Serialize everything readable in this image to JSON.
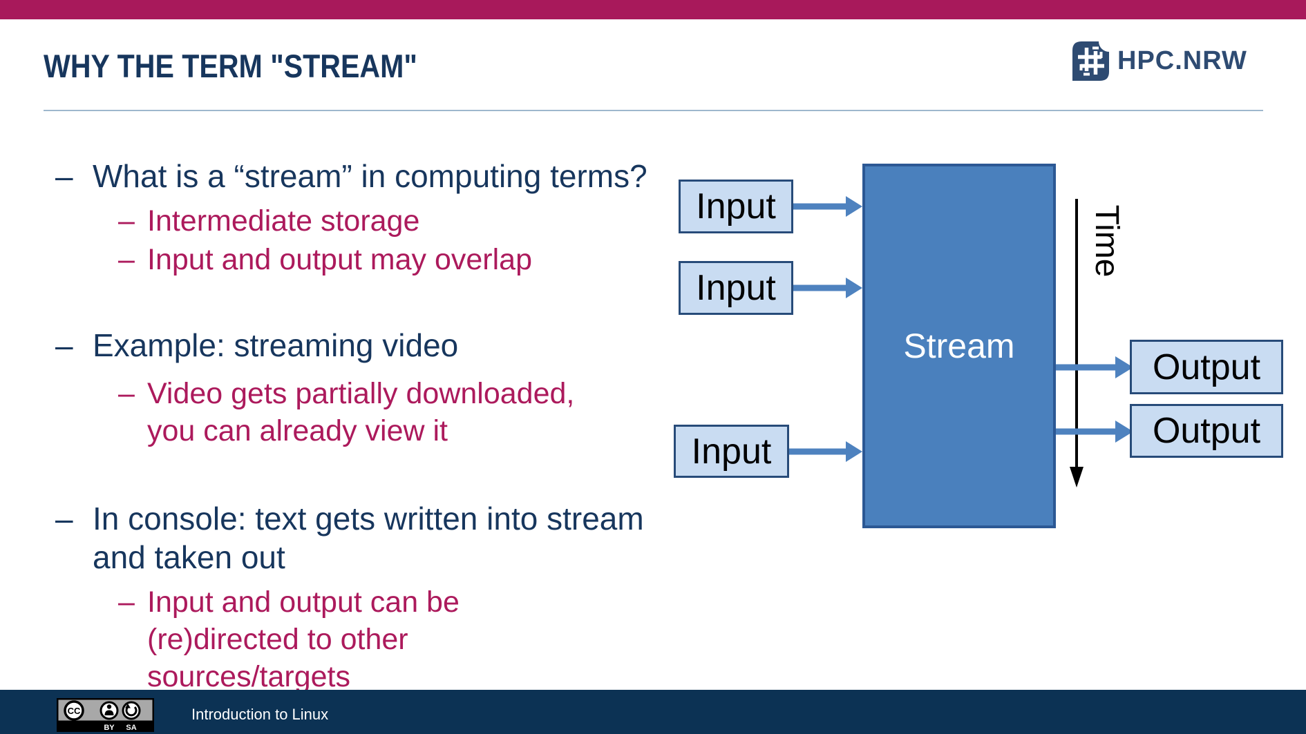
{
  "slide": {
    "title": "WHY THE TERM \"STREAM\"",
    "footer": "Introduction to Linux"
  },
  "logo": {
    "text": "HPC.NRW",
    "mark": "hash-icon"
  },
  "bullets": [
    {
      "level": 1,
      "marker": "–",
      "lines": [
        "What is a “stream” in computing terms?"
      ]
    },
    {
      "level": 2,
      "marker": "–",
      "lines": [
        "Intermediate storage"
      ]
    },
    {
      "level": 2,
      "marker": "–",
      "lines": [
        "Input and output may overlap"
      ]
    },
    {
      "level": 1,
      "marker": "–",
      "lines": [
        "Example: streaming video"
      ]
    },
    {
      "level": 2,
      "marker": "–",
      "lines": [
        "Video gets partially downloaded,",
        "you can already view it"
      ]
    },
    {
      "level": 1,
      "marker": "–",
      "lines": [
        "In console: text gets written into stream",
        "and taken out"
      ]
    },
    {
      "level": 2,
      "marker": "–",
      "lines": [
        "Input and output can be",
        "(re)directed to other",
        "sources/targets"
      ]
    }
  ],
  "diagram": {
    "inputs": [
      "Input",
      "Input",
      "Input"
    ],
    "stream": "Stream",
    "outputs": [
      "Output",
      "Output"
    ],
    "time_label": "Time"
  },
  "license": {
    "cc": "CC",
    "by": "BY",
    "sa": "SA"
  },
  "colors": {
    "top_bar": "#A8195B",
    "crimson_text": "#AC1A5C",
    "navy_text": "#17365D",
    "footer_bar": "#0C3254",
    "stream_fill": "#4A80BD",
    "stream_border": "#2C5894",
    "io_box_fill": "#C9DCF2",
    "io_box_border": "#274B79",
    "arrow_blue": "#4E82BF",
    "logo_navy": "#2E4B72",
    "divider": "#9EB7CD"
  }
}
